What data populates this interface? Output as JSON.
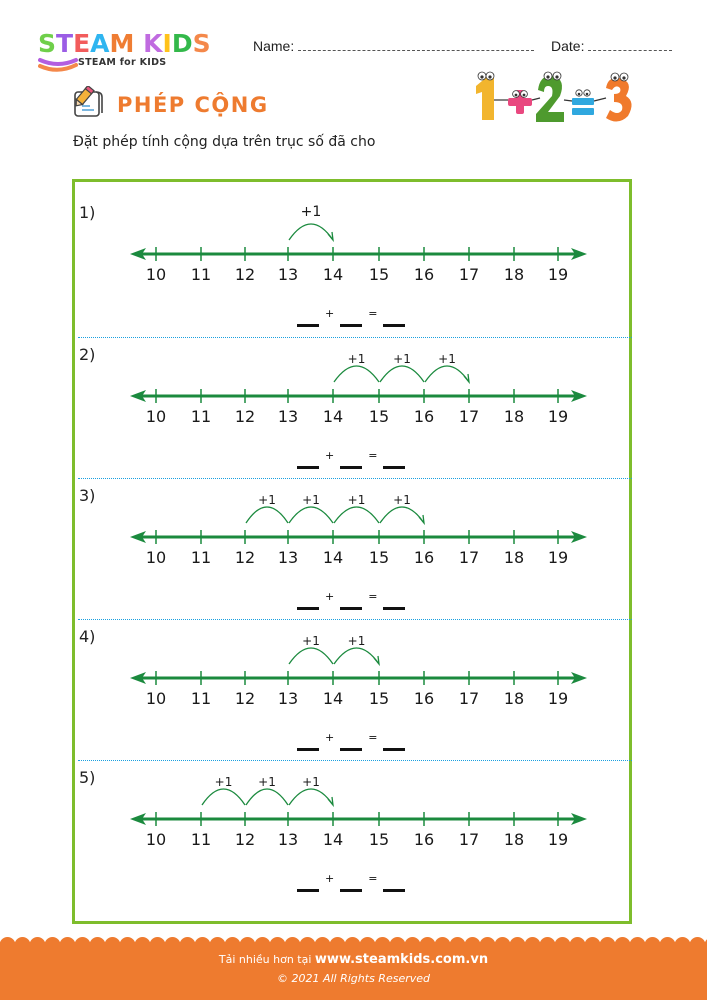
{
  "header": {
    "logo": {
      "letters": [
        {
          "char": "S",
          "color": "#6fcf4a"
        },
        {
          "char": "T",
          "color": "#9b5de5"
        },
        {
          "char": "E",
          "color": "#f25c5c"
        },
        {
          "char": "A",
          "color": "#2fb5f0"
        },
        {
          "char": "M",
          "color": "#ef7d33"
        },
        {
          "char": " ",
          "color": "#ffffff"
        },
        {
          "char": "K",
          "color": "#c06be0"
        },
        {
          "char": "I",
          "color": "#ffc21a"
        },
        {
          "char": "D",
          "color": "#33b84a"
        },
        {
          "char": "S",
          "color": "#f4884a"
        }
      ],
      "tagline": "STEAM for KIDS"
    },
    "name_label": "Name:",
    "date_label": "Date:"
  },
  "worksheet": {
    "title": "PHÉP CỘNG",
    "instruction": "Đặt phép tính cộng dựa trên trục số đã cho",
    "accent_color": "#ee7b2f",
    "box_color": "#7ebd2c",
    "line_color": "#1b8a3e"
  },
  "equation": {
    "blank": "__",
    "plus": "+",
    "equals": "="
  },
  "problems": [
    {
      "label": "1)",
      "start": 13,
      "jumps": 1,
      "jump_label": "+1"
    },
    {
      "label": "2)",
      "start": 14,
      "jumps": 3,
      "jump_label": "+1"
    },
    {
      "label": "3)",
      "start": 12,
      "jumps": 4,
      "jump_label": "+1"
    },
    {
      "label": "4)",
      "start": 13,
      "jumps": 2,
      "jump_label": "+1"
    },
    {
      "label": "5)",
      "start": 11,
      "jumps": 3,
      "jump_label": "+1"
    }
  ],
  "number_line": {
    "ticks": [
      10,
      11,
      12,
      13,
      14,
      15,
      16,
      17,
      18,
      19
    ]
  },
  "footer": {
    "prefix": "Tải nhiều hơn tại",
    "site": "www.steamkids.com.vn",
    "copyright": "© 2021 All Rights Reserved",
    "color": "#ee7b2f"
  }
}
